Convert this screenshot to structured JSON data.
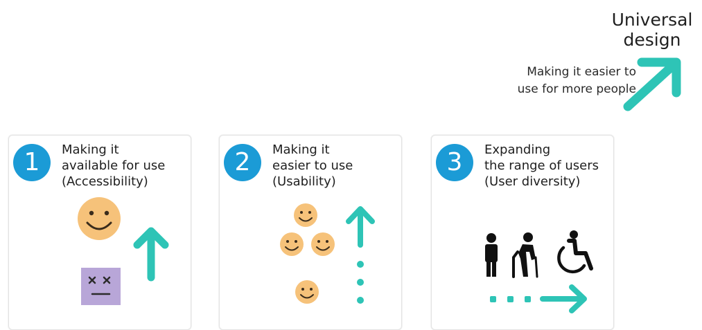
{
  "header": {
    "title_line1": "Universal",
    "title_line2": "design",
    "subtitle_line1": "Making it easier to",
    "subtitle_line2": "use for more people"
  },
  "cards": [
    {
      "number": "1",
      "lines": [
        "Making it",
        "available for use",
        "(Accessibility)"
      ]
    },
    {
      "number": "2",
      "lines": [
        "Making it",
        "easier to use",
        "(Usability)"
      ]
    },
    {
      "number": "3",
      "lines": [
        "Expanding",
        "the range of users",
        "(User diversity)"
      ]
    }
  ],
  "colors": {
    "teal": "#2ec4b6",
    "blue": "#1b9bd6",
    "smiley": "#f6c27a",
    "sad_face": "#b8a6d8"
  },
  "icons": [
    "smiley-face-icon",
    "sad-face-icon",
    "up-arrow-icon",
    "person-icon",
    "elderly-person-icon",
    "wheelchair-icon",
    "right-arrow-icon"
  ]
}
